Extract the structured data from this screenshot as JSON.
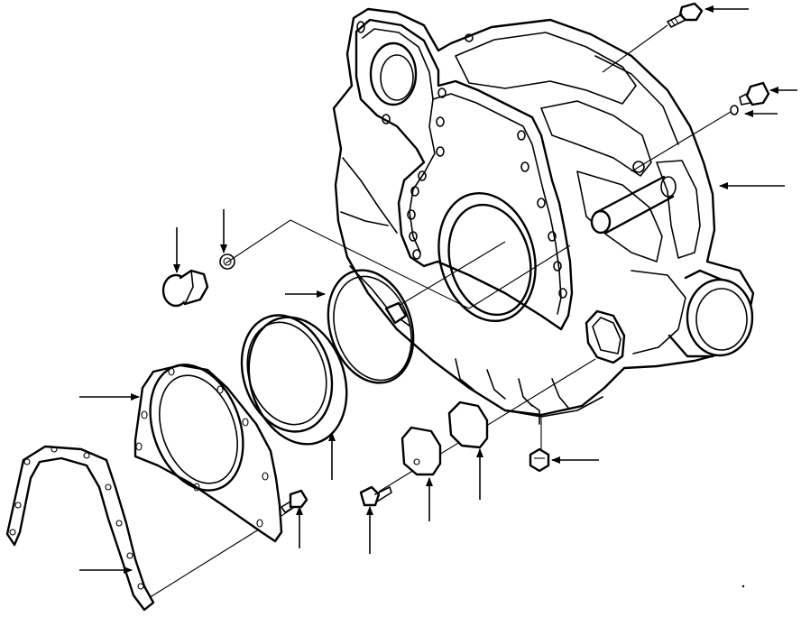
{
  "figure": {
    "kind": "exploded parts diagram",
    "stroke_color": "#000000",
    "background": "#ffffff",
    "text_labels": []
  },
  "parts": [
    {
      "id": "flywheel-housing",
      "icon": "housing-icon"
    },
    {
      "id": "housing-bolt-top",
      "icon": "bolt-icon"
    },
    {
      "id": "breather-plug",
      "icon": "plug-icon"
    },
    {
      "id": "breather-washer",
      "icon": "washer-icon"
    },
    {
      "id": "housing-pointer",
      "icon": "leader-arrow"
    },
    {
      "id": "plug-cap",
      "icon": "cap-icon"
    },
    {
      "id": "plug-washer",
      "icon": "washer-icon"
    },
    {
      "id": "o-ring",
      "icon": "o-ring-icon"
    },
    {
      "id": "rear-seal",
      "icon": "seal-icon"
    },
    {
      "id": "seal-retainer",
      "icon": "retainer-icon"
    },
    {
      "id": "retainer-gasket",
      "icon": "gasket-icon"
    },
    {
      "id": "retainer-bolt",
      "icon": "bolt-icon"
    },
    {
      "id": "cover-bolt",
      "icon": "bolt-icon"
    },
    {
      "id": "inspection-cover",
      "icon": "cover-plate-icon"
    },
    {
      "id": "cover-gasket",
      "icon": "gasket-icon"
    },
    {
      "id": "drain-nut",
      "icon": "nut-icon"
    }
  ]
}
